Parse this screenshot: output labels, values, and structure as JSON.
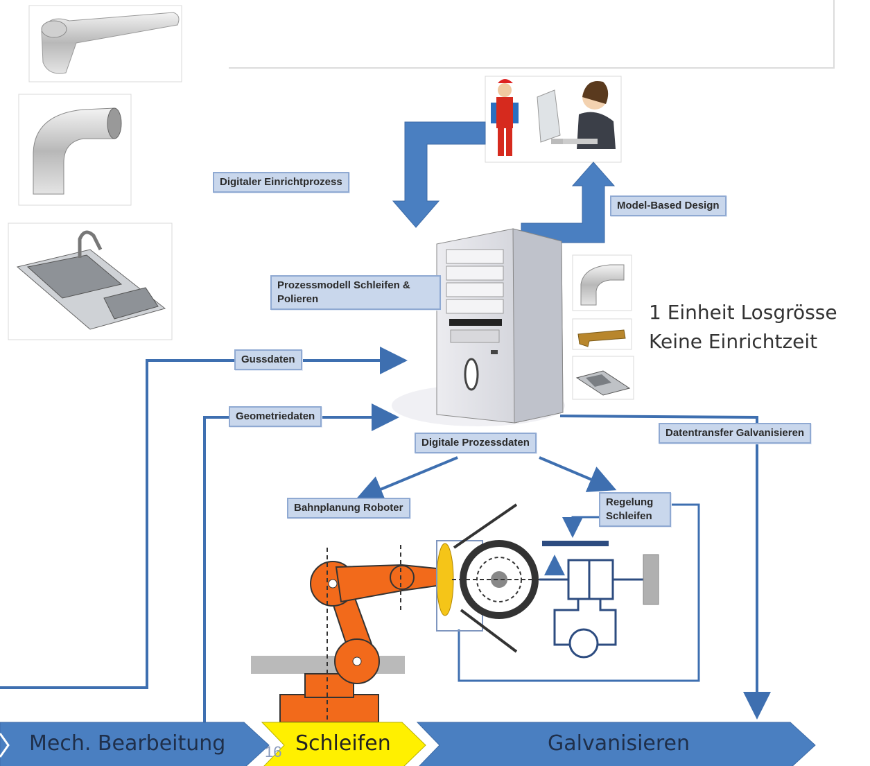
{
  "labels": {
    "digitaler_einrichtprozess": "Digitaler Einrichtprozess",
    "model_based_design": "Model-Based Design",
    "prozessmodell": "Prozessmodell Schleifen & Polieren",
    "gussdaten": "Gussdaten",
    "geometriedaten": "Geometriedaten",
    "digitale_prozessdaten": "Digitale Prozessdaten",
    "datentransfer": "Datentransfer Galvanisieren",
    "bahnplanung": "Bahnplanung Roboter",
    "regelung": "Regelung Schleifen"
  },
  "info": {
    "line1": "1 Einheit Losgrösse",
    "line2": "Keine Einrichtzeit"
  },
  "process_steps": [
    {
      "label": "Mech. Bearbeitung",
      "color": "#4a7fc1"
    },
    {
      "label": "Schleifen",
      "color": "#fff000"
    },
    {
      "label": "Galvanisieren",
      "color": "#4a7fc1"
    }
  ],
  "page_number": "16",
  "icons": {
    "faucet_spout": "faucet-spout-icon",
    "pipe_elbow": "pipe-elbow-icon",
    "sink": "sink-icon",
    "workers": "workers-icon",
    "computer": "computer-tower-icon",
    "robot": "robot-arm-icon",
    "grinder": "grinding-wheel-icon",
    "hydraulic": "hydraulic-cylinder-icon"
  },
  "colors": {
    "arrow_blue": "#4a7fc1",
    "robot_orange": "#f26a1b",
    "chevron_yellow": "#fff000"
  }
}
